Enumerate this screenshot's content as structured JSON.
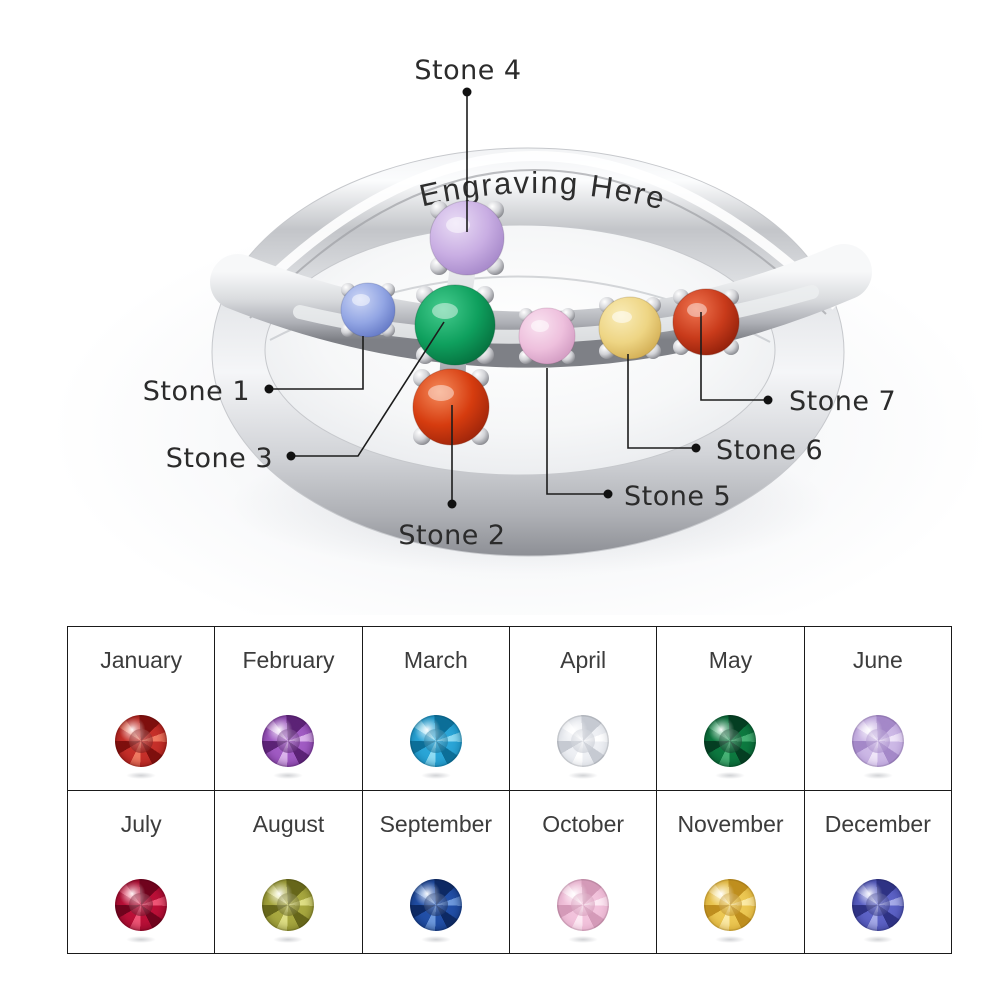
{
  "ring": {
    "engraving_text": "Engraving Here",
    "stones": [
      {
        "label": "Stone 1",
        "color": {
          "light": "#ccd6f5",
          "mid": "#93a6e4",
          "dark": "#5f74c2"
        }
      },
      {
        "label": "Stone 2",
        "color": {
          "light": "#f58a5a",
          "mid": "#d63c0f",
          "dark": "#97220a"
        }
      },
      {
        "label": "Stone 3",
        "color": {
          "light": "#45cc8e",
          "mid": "#0fa05e",
          "dark": "#046a3a"
        }
      },
      {
        "label": "Stone 4",
        "color": {
          "light": "#e9dcf5",
          "mid": "#c9aee3",
          "dark": "#a183c6"
        }
      },
      {
        "label": "Stone 5",
        "color": {
          "light": "#f9e2f0",
          "mid": "#eec0dd",
          "dark": "#cf97bf"
        }
      },
      {
        "label": "Stone 6",
        "color": {
          "light": "#f9ecb8",
          "mid": "#eed584",
          "dark": "#cfa94e"
        }
      },
      {
        "label": "Stone 7",
        "color": {
          "light": "#ef7450",
          "mid": "#c93b1b",
          "dark": "#8c1d08"
        }
      }
    ]
  },
  "birthstone_table": {
    "months": [
      {
        "name": "January",
        "gem": {
          "light": "#f07a62",
          "mid": "#c6302a",
          "dark": "#7e100e"
        }
      },
      {
        "name": "February",
        "gem": {
          "light": "#dbb3ec",
          "mid": "#a15cc4",
          "dark": "#5c2376"
        }
      },
      {
        "name": "March",
        "gem": {
          "light": "#8fdcf4",
          "mid": "#2ba6d8",
          "dark": "#0d6f98"
        }
      },
      {
        "name": "April",
        "gem": {
          "light": "#ffffff",
          "mid": "#eef0f4",
          "dark": "#c6cad2"
        }
      },
      {
        "name": "May",
        "gem": {
          "light": "#46b275",
          "mid": "#0d7a40",
          "dark": "#053f23"
        }
      },
      {
        "name": "June",
        "gem": {
          "light": "#efe5f8",
          "mid": "#cdb9e6",
          "dark": "#a488c8"
        }
      },
      {
        "name": "July",
        "gem": {
          "light": "#ee5576",
          "mid": "#bb1038",
          "dark": "#70041e"
        }
      },
      {
        "name": "August",
        "gem": {
          "light": "#dede85",
          "mid": "#a8a840",
          "dark": "#67671b"
        }
      },
      {
        "name": "September",
        "gem": {
          "light": "#6e9ade",
          "mid": "#2250a8",
          "dark": "#0e2a64"
        }
      },
      {
        "name": "October",
        "gem": {
          "light": "#fdeaf4",
          "mid": "#f2c3dc",
          "dark": "#d49ab8"
        }
      },
      {
        "name": "November",
        "gem": {
          "light": "#fbeaa6",
          "mid": "#ecc854",
          "dark": "#bf8f1f"
        }
      },
      {
        "name": "December",
        "gem": {
          "light": "#a6abe8",
          "mid": "#5d63c6",
          "dark": "#2f3384"
        }
      }
    ]
  }
}
